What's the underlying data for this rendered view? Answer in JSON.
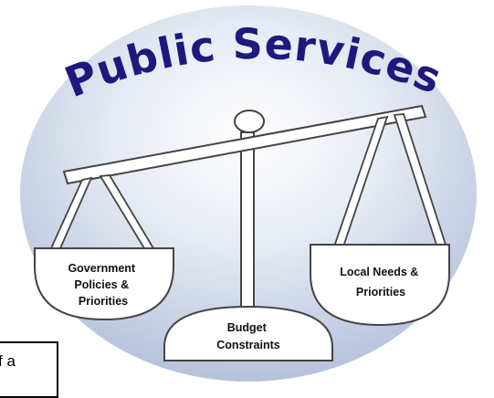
{
  "diagram": {
    "title": "Public Services",
    "left_pan": {
      "lines": [
        "Government",
        "Policies &",
        "Priorities"
      ]
    },
    "right_pan": {
      "lines": [
        "Local Needs &",
        "Priorities"
      ]
    },
    "base": {
      "lines": [
        "Budget",
        "Constraints"
      ]
    },
    "colors": {
      "title": "#1c1a7d",
      "background_light": "#ffffff",
      "background_dark": "#b6c2dc",
      "outline": "#444444"
    }
  },
  "fragment": {
    "text": "f a"
  }
}
